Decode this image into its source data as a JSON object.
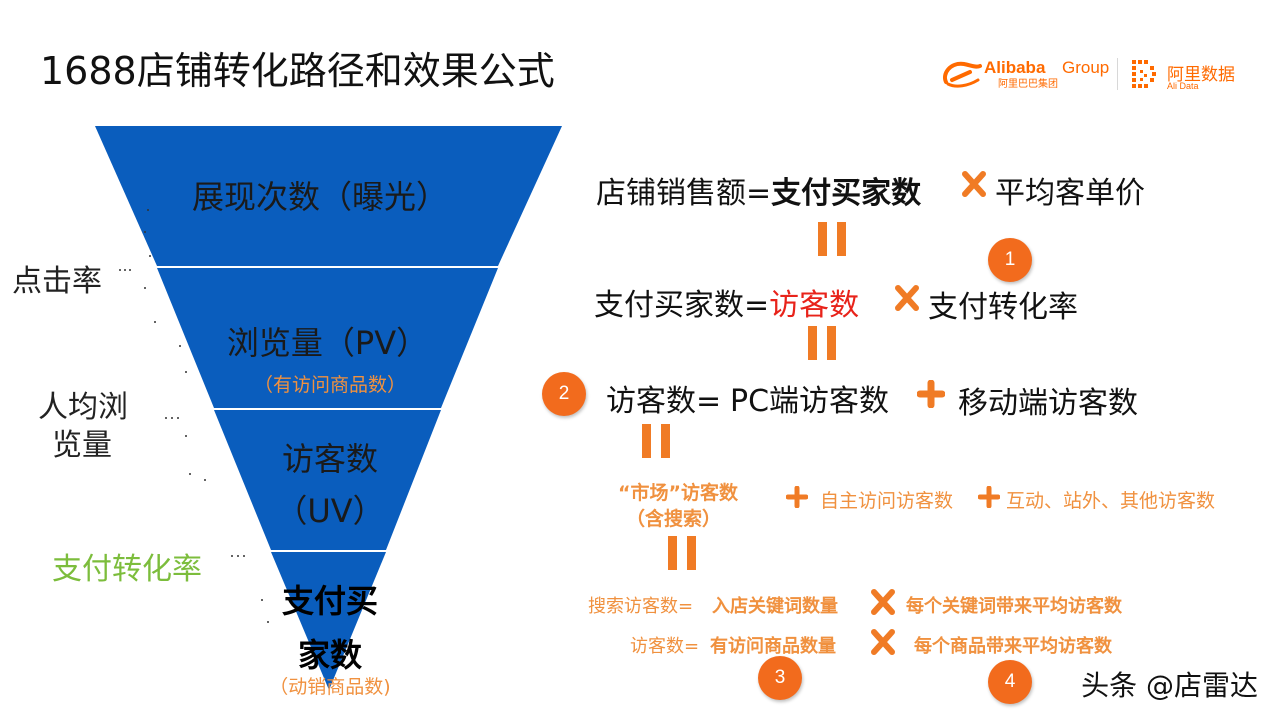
{
  "title": "1688店铺转化路径和效果公式",
  "logos": {
    "alibaba_word": "Alibaba",
    "alibaba_group": "Group",
    "alibaba_cn": "阿里巴巴集团",
    "ali_data": "阿里数据",
    "ali_data_en": "Ali Data"
  },
  "funnel": {
    "color": "#0a5dbd",
    "levels": [
      {
        "label": "展现次数（曝光）"
      },
      {
        "label": "浏览量（PV）",
        "sub": "（有访问商品数）"
      },
      {
        "label_line1": "访客数",
        "label_line2": "（UV）"
      },
      {
        "label_line1": "支付买",
        "label_line2": "家数",
        "sub": "（动销商品数)"
      }
    ]
  },
  "side_labels": {
    "click_rate": "点击率",
    "pv_per_user_line1": "人均浏",
    "pv_per_user_line2": "览量",
    "pay_conversion": "支付转化率"
  },
  "formulas": {
    "f1": {
      "left": "店铺销售额=",
      "bold": "支付买家数",
      "right": "平均客单价"
    },
    "f2": {
      "left": "支付买家数=",
      "red": "访客数",
      "green": "支付转化率"
    },
    "f3": {
      "red": "访客数=",
      "a": "PC端访客数",
      "b": "移动端访客数"
    },
    "f4": {
      "line1": "“市场”访客数",
      "line2": "（含搜索）",
      "b": "自主访问访客数",
      "c": "互动、站外、其他访客数"
    },
    "f5": {
      "a": "搜索访客数=",
      "b": "入店关键词数量",
      "c": "每个关键词带来平均访客数"
    },
    "f6": {
      "a": "访客数=",
      "b": "有访问商品数量",
      "c": "每个商品带来平均访客数"
    }
  },
  "badges": [
    "1",
    "2",
    "3",
    "4"
  ],
  "footer": "头条 @店雷达",
  "accent_orange": "#f07b25",
  "text_green": "#7cbd3c",
  "text_red": "#e8231a"
}
